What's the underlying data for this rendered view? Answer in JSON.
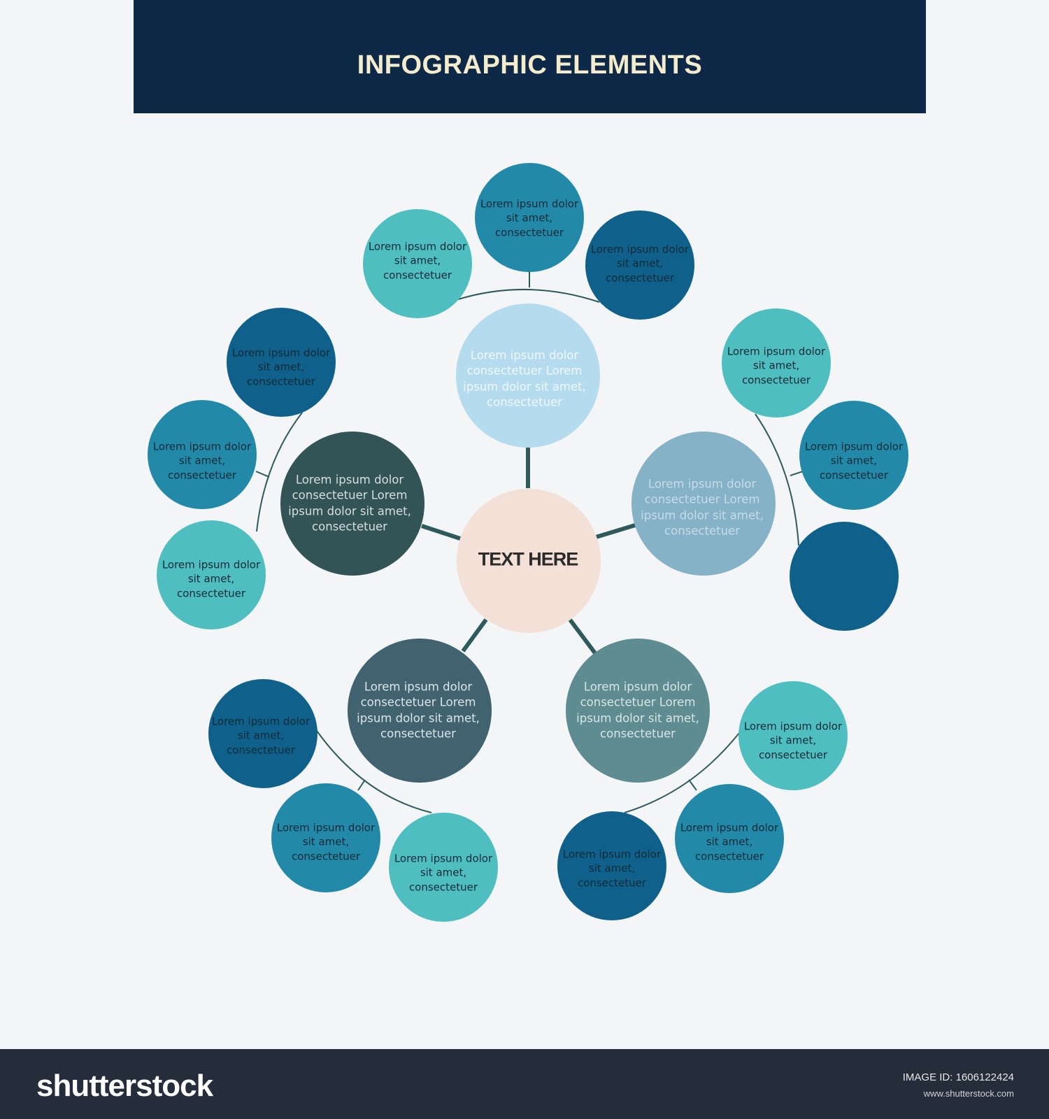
{
  "header": {
    "title": "INFOGRAPHIC ELEMENTS"
  },
  "center": {
    "label": "TEXT HERE"
  },
  "colors": {
    "header_bg": "#0e2847",
    "title": "#f3eccd",
    "center": "#f3e1d8",
    "connector": "#2f5a5c",
    "teal_light": "#4fbec0",
    "teal_mid": "#2389a8",
    "navy": "#0f618b",
    "footer_bg": "#252c3a"
  },
  "branches": {
    "top": {
      "hub": "Lorem ipsum dolor consectetuer Lorem ipsum dolor sit amet, consectetuer",
      "leaves": [
        "Lorem ipsum dolor sit amet, consectetuer",
        "Lorem ipsum dolor sit amet, consectetuer",
        "Lorem ipsum dolor sit amet, consectetuer"
      ]
    },
    "right": {
      "hub": "Lorem ipsum dolor consectetuer Lorem ipsum dolor sit amet, consectetuer",
      "leaves": [
        "Lorem ipsum dolor sit amet, consectetuer",
        "Lorem ipsum dolor sit amet, consectetuer"
      ]
    },
    "left": {
      "hub": "Lorem ipsum dolor consectetuer Lorem ipsum dolor sit amet, consectetuer",
      "leaves": [
        "Lorem ipsum dolor sit amet, consectetuer",
        "Lorem ipsum dolor sit amet, consectetuer",
        "Lorem ipsum dolor sit amet, consectetuer"
      ]
    },
    "bottom_left": {
      "hub": "Lorem ipsum dolor consectetuer Lorem ipsum dolor sit amet, consectetuer",
      "leaves": [
        "Lorem ipsum dolor sit amet, consectetuer",
        "Lorem ipsum dolor sit amet, consectetuer",
        "Lorem ipsum dolor sit amet, consectetuer"
      ]
    },
    "bottom_right": {
      "hub": "Lorem ipsum dolor consectetuer Lorem ipsum dolor sit amet, consectetuer",
      "leaves": [
        "Lorem ipsum dolor sit amet, consectetuer",
        "Lorem ipsum dolor sit amet, consectetuer",
        "Lorem ipsum dolor sit amet, consectetuer"
      ]
    }
  },
  "footer": {
    "brand": "shutterstock",
    "image_id": "IMAGE ID: 1606122424",
    "url": "www.shutterstock.com"
  }
}
